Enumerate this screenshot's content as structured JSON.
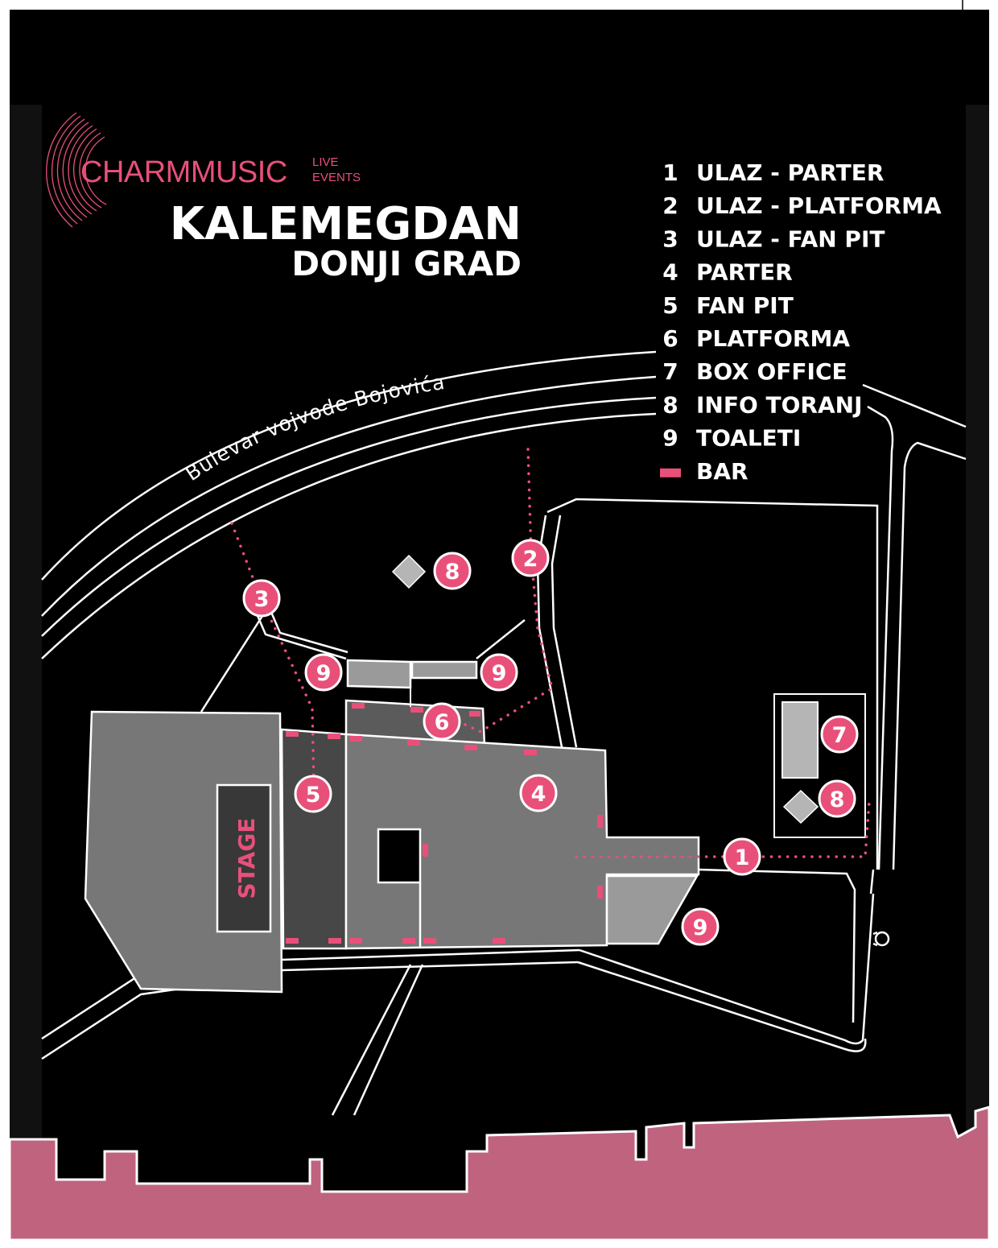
{
  "brand": {
    "name": "CHARMMUSIC",
    "tag_line1": "LIVE",
    "tag_line2": "EVENTS"
  },
  "title": {
    "line1": "KALEMEGDAN",
    "line2": "DONJI GRAD"
  },
  "legend": [
    {
      "key": "1",
      "label": "ULAZ - PARTER"
    },
    {
      "key": "2",
      "label": "ULAZ - PLATFORMA"
    },
    {
      "key": "3",
      "label": "ULAZ - FAN PIT"
    },
    {
      "key": "4",
      "label": "PARTER"
    },
    {
      "key": "5",
      "label": "FAN PIT"
    },
    {
      "key": "6",
      "label": "PLATFORMA"
    },
    {
      "key": "7",
      "label": "BOX OFFICE"
    },
    {
      "key": "8",
      "label": "INFO TORANJ"
    },
    {
      "key": "9",
      "label": "TOALETI"
    },
    {
      "key": "",
      "label": "BAR",
      "icon": "bar-swatch"
    }
  ],
  "road_label": "Bulevar vojvode Bojovića",
  "stage_label": "STAGE",
  "markers": {
    "m1": "1",
    "m2": "2",
    "m3": "3",
    "m4": "4",
    "m5": "5",
    "m6": "6",
    "m7": "7",
    "m8a": "8",
    "m8b": "8",
    "m9a": "9",
    "m9b": "9",
    "m9c": "9"
  },
  "colors": {
    "background": "#000000",
    "accent_pink": "#e8507a",
    "fortress_wall": "#c0637f",
    "zone_dark": "#474747",
    "zone_mid": "#777777",
    "zone_light": "#9a9a9a",
    "line_white": "#ffffff"
  }
}
